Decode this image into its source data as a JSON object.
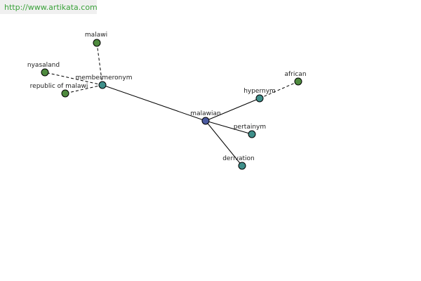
{
  "watermark": "http://www.artikata.com",
  "graph": {
    "center": {
      "label": "malawian",
      "color": "#4b5aa0"
    },
    "relations": [
      {
        "label": "membermeronym",
        "color": "#3f8f8a"
      },
      {
        "label": "hypernym",
        "color": "#3f8f8a"
      },
      {
        "label": "pertainym",
        "color": "#3f8f8a"
      },
      {
        "label": "derivation",
        "color": "#3f8f8a"
      }
    ],
    "terms": [
      {
        "label": "malawi",
        "color": "#4e8a3e"
      },
      {
        "label": "nyasaland",
        "color": "#4e8a3e"
      },
      {
        "label": "republic of malawi",
        "color": "#4e8a3e"
      },
      {
        "label": "african",
        "color": "#4e8a3e"
      }
    ]
  }
}
